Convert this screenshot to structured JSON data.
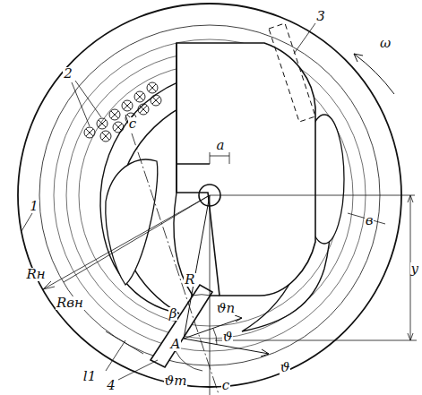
{
  "diagram": {
    "labels": [
      "3",
      "ω",
      "2",
      "c",
      "a",
      "1",
      "Rн",
      "Rвн",
      "R",
      "β",
      "ϑп",
      "в",
      "y",
      "ϑ",
      "ϑ",
      "A",
      "l1",
      "4",
      "ϑт",
      "c"
    ]
  }
}
